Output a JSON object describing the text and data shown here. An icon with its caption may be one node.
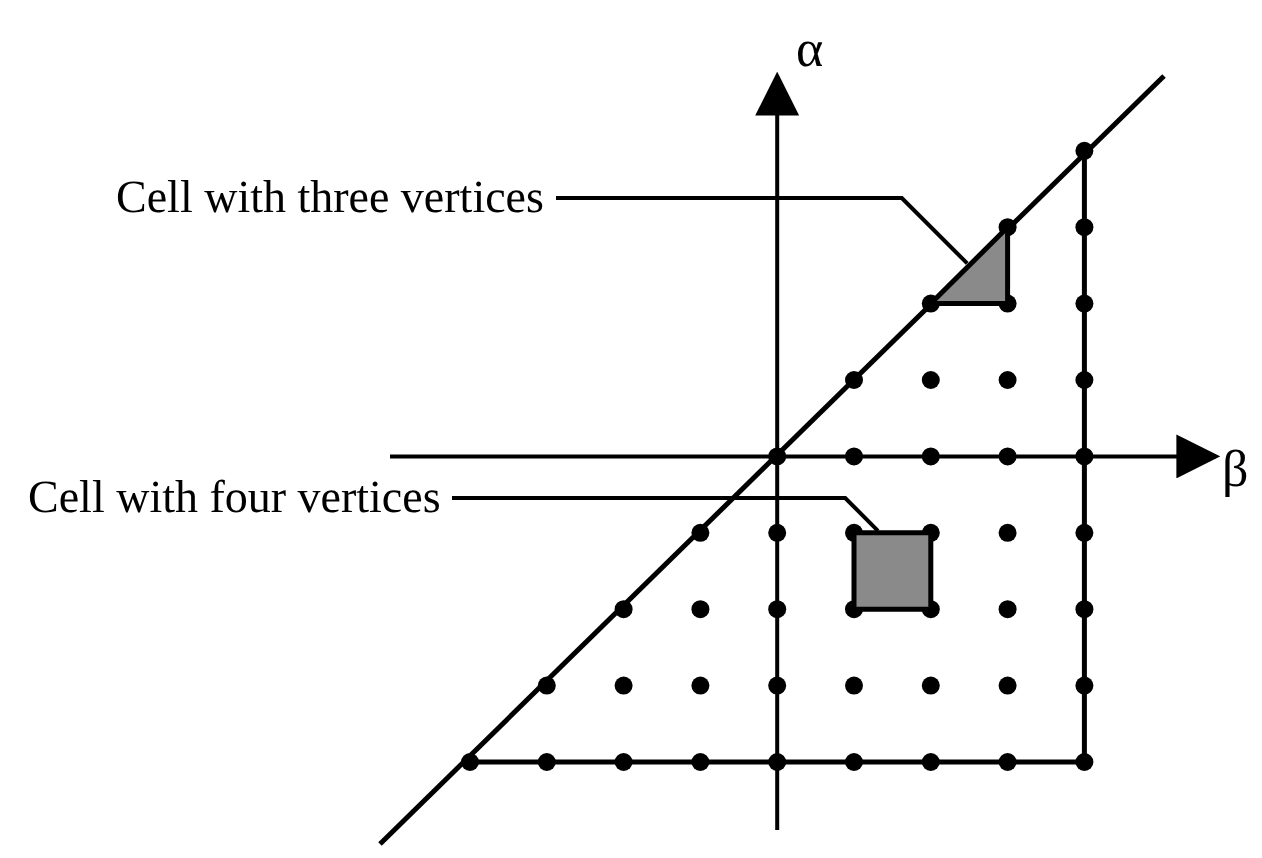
{
  "diagram": {
    "nodes": [
      {
        "text": [
          "Cell with three vertices"
        ]
      },
      {
        "text": [
          "Cell with four vertices"
        ]
      },
      {
        "text": [],
        "shape": "triangle"
      },
      {
        "text": [],
        "shape": "box"
      }
    ],
    "edges": [
      {
        "from": 0,
        "to": 2,
        "arrow": "none"
      },
      {
        "from": 1,
        "to": 3,
        "arrow": "none"
      }
    ],
    "labels": [
      "α",
      "β"
    ]
  }
}
